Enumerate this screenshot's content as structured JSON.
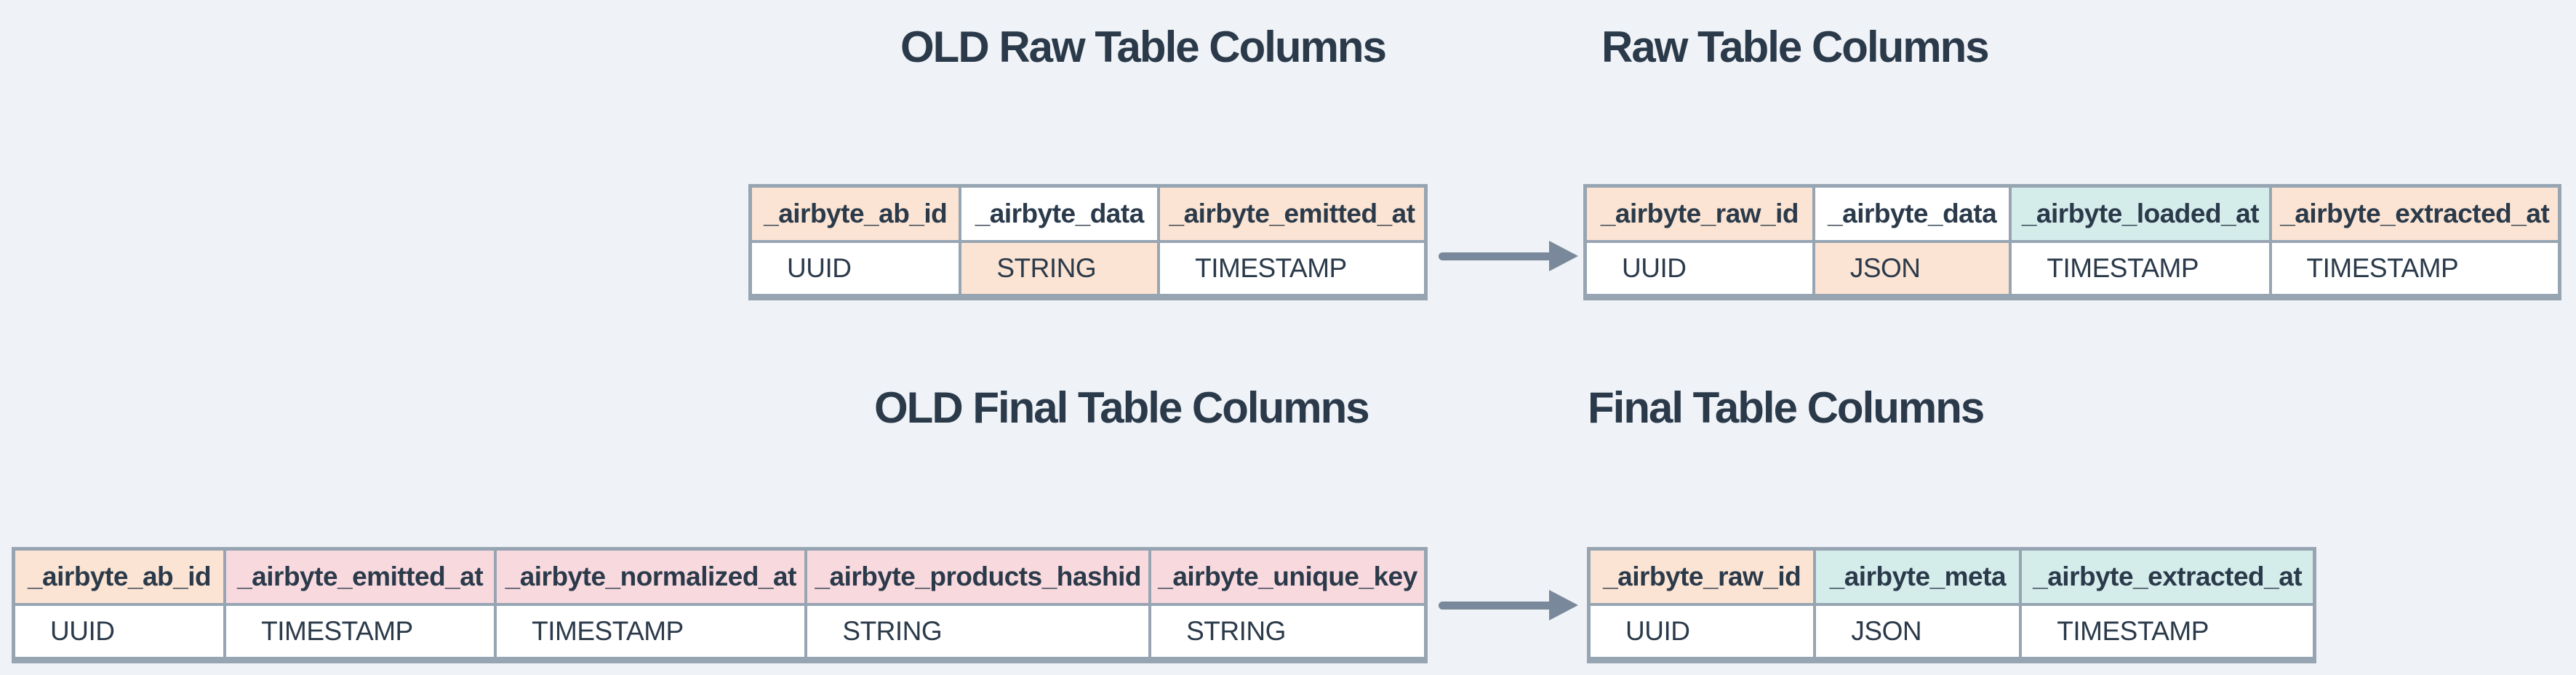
{
  "colors": {
    "background": "#eff2f6",
    "border": "#97a5b3",
    "peach": "#fbe4d3",
    "pink": "#f8d9de",
    "teal": "#d4edeb",
    "white": "#ffffff",
    "text": "#2b3a4a",
    "arrow": "#79889a"
  },
  "sections": {
    "old_raw": {
      "title": "OLD Raw Table Columns"
    },
    "raw": {
      "title": "Raw Table Columns"
    },
    "old_final": {
      "title": "OLD Final Table Columns"
    },
    "final": {
      "title": "Final Table Columns"
    }
  },
  "tables": {
    "old_raw": {
      "columns": [
        {
          "name": "_airbyte_ab_id",
          "type": "UUID",
          "header_bg": "peach",
          "value_bg": "white"
        },
        {
          "name": "_airbyte_data",
          "type": "STRING",
          "header_bg": "white",
          "value_bg": "peach"
        },
        {
          "name": "_airbyte_emitted_at",
          "type": "TIMESTAMP",
          "header_bg": "peach",
          "value_bg": "white"
        }
      ]
    },
    "raw": {
      "columns": [
        {
          "name": "_airbyte_raw_id",
          "type": "UUID",
          "header_bg": "peach",
          "value_bg": "white"
        },
        {
          "name": "_airbyte_data",
          "type": "JSON",
          "header_bg": "white",
          "value_bg": "peach"
        },
        {
          "name": "_airbyte_loaded_at",
          "type": "TIMESTAMP",
          "header_bg": "teal",
          "value_bg": "white"
        },
        {
          "name": "_airbyte_extracted_at",
          "type": "TIMESTAMP",
          "header_bg": "peach",
          "value_bg": "white"
        }
      ]
    },
    "old_final": {
      "columns": [
        {
          "name": "_airbyte_ab_id",
          "type": "UUID",
          "header_bg": "peach",
          "value_bg": "white"
        },
        {
          "name": "_airbyte_emitted_at",
          "type": "TIMESTAMP",
          "header_bg": "pink",
          "value_bg": "white"
        },
        {
          "name": "_airbyte_normalized_at",
          "type": "TIMESTAMP",
          "header_bg": "pink",
          "value_bg": "white"
        },
        {
          "name": "_airbyte_products_hashid",
          "type": "STRING",
          "header_bg": "pink",
          "value_bg": "white"
        },
        {
          "name": "_airbyte_unique_key",
          "type": "STRING",
          "header_bg": "pink",
          "value_bg": "white"
        }
      ]
    },
    "final": {
      "columns": [
        {
          "name": "_airbyte_raw_id",
          "type": "UUID",
          "header_bg": "peach",
          "value_bg": "white"
        },
        {
          "name": "_airbyte_meta",
          "type": "JSON",
          "header_bg": "teal",
          "value_bg": "white"
        },
        {
          "name": "_airbyte_extracted_at",
          "type": "TIMESTAMP",
          "header_bg": "teal",
          "value_bg": "white"
        }
      ]
    }
  },
  "icons": {
    "raw_arrow": "arrow-right",
    "final_arrow": "arrow-right"
  }
}
